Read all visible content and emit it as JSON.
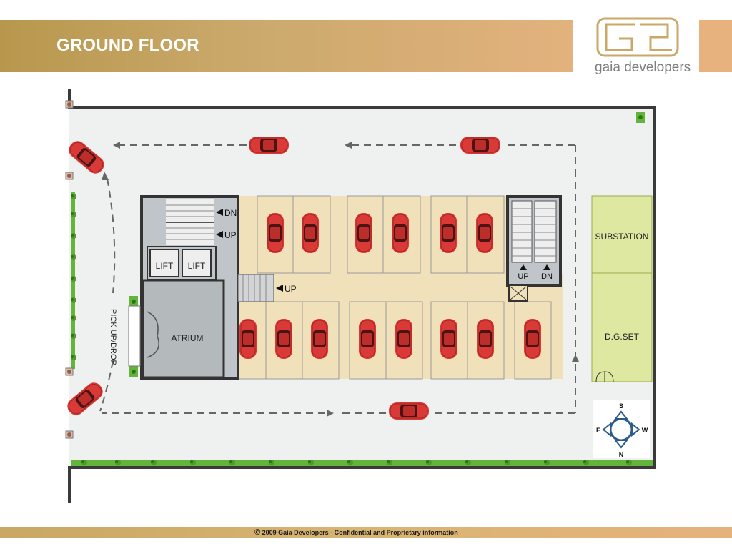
{
  "header": {
    "title": "GROUND FLOOR"
  },
  "logo": {
    "name": "gaia developers"
  },
  "footer": {
    "symbol": "©",
    "text": "2009 Gaia Developers -  Confidential and Proprietary information"
  },
  "plan": {
    "labels": {
      "dn_top": "DN",
      "up_top": "UP",
      "lift_1": "LIFT",
      "lift_2": "LIFT",
      "up_mid": "UP",
      "atrium": "ATRIUM",
      "pickup": "PICK UP/DROP",
      "stair_up": "UP",
      "stair_dn": "DN",
      "substation": "SUBSTATION",
      "dg_set": "D.G.SET"
    },
    "compass": {
      "north": "N",
      "south": "S",
      "east": "E",
      "west": "W"
    },
    "colors": {
      "car": "#d93a37",
      "parking": "#f1e1bb",
      "core": "#bfc5c8",
      "services": "#dfe8a1",
      "lawn": "#63b43a"
    }
  }
}
